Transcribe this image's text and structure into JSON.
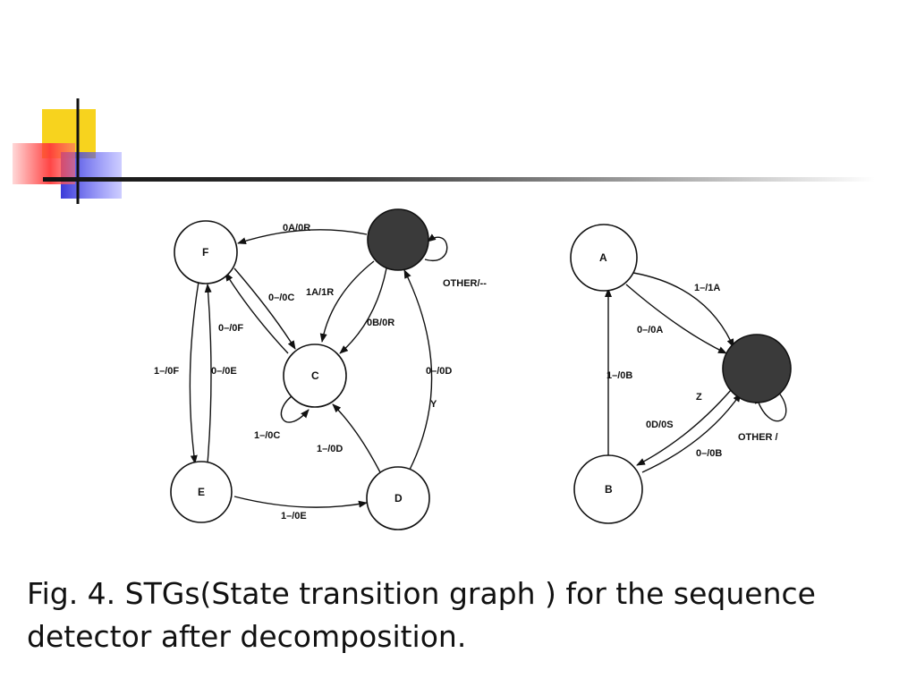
{
  "left_graph": {
    "nodes": {
      "F": "F",
      "C": "C",
      "E": "E",
      "D": "D"
    },
    "edges": {
      "s_to_f": "0A/0R",
      "self_s": "OTHER/--",
      "f_to_c_top": "0–/0C",
      "s_to_c_1": "1A/1R",
      "s_to_c_2": "0B/0R",
      "c_to_f": "0–/0F",
      "f_to_e": "1–/0F",
      "e_to_f": "0–/0E",
      "d_to_s": "0–/0D",
      "y_label": "Y",
      "self_c": "1–/0C",
      "d_to_c": "1–/0D",
      "e_to_d": "1–/0E"
    }
  },
  "right_graph": {
    "nodes": {
      "A": "A",
      "B": "B"
    },
    "edges": {
      "a_to_z_1": "1–/1A",
      "a_to_z_2": "0–/0A",
      "b_to_a": "1–/0B",
      "z_label": "Z",
      "z_to_b": "0D/0S",
      "b_to_z": "0–/0B",
      "self_z": "OTHER /"
    }
  },
  "caption": {
    "line1": "Fig. 4. STGs(State transition graph ) for the sequence",
    "line2": "detector after decomposition."
  }
}
